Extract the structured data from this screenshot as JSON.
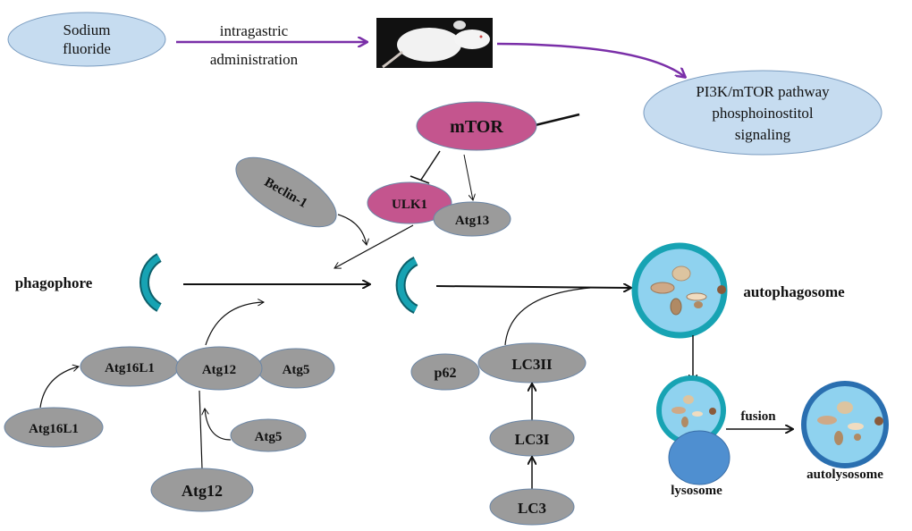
{
  "nodes": {
    "sodium_fluoride": [
      "Sodium",
      "fluoride"
    ],
    "route": [
      "intragastric",
      "administration"
    ],
    "pathway": [
      "PI3K/mTOR pathway",
      "phosphoinostitol",
      "signaling"
    ],
    "mtor": "mTOR",
    "ulk1": "ULK1",
    "atg13": "Atg13",
    "beclin1": "Beclin-1",
    "phagophore": "phagophore",
    "autophagosome": "autophagosome",
    "fusion": "fusion",
    "lysosome": "lysosome",
    "autolysosome": "autolysosome",
    "atg16l1_complex": "Atg16L1",
    "atg12_complex": "Atg12",
    "atg5_complex": "Atg5",
    "atg16l1": "Atg16L1",
    "atg5": "Atg5",
    "atg12": "Atg12",
    "p62": "p62",
    "lc3ii": "LC3II",
    "lc3i": "LC3I",
    "lc3": "LC3"
  },
  "colors": {
    "purple_arrow": "#7a2fa8",
    "mtor_ulk1": "#c4558e",
    "protein_gray": "#9b9b9b",
    "membrane_teal": "#17a3b3",
    "vesicle_fill": "#8fd2ef",
    "lysosome": "#4f8fd0"
  }
}
